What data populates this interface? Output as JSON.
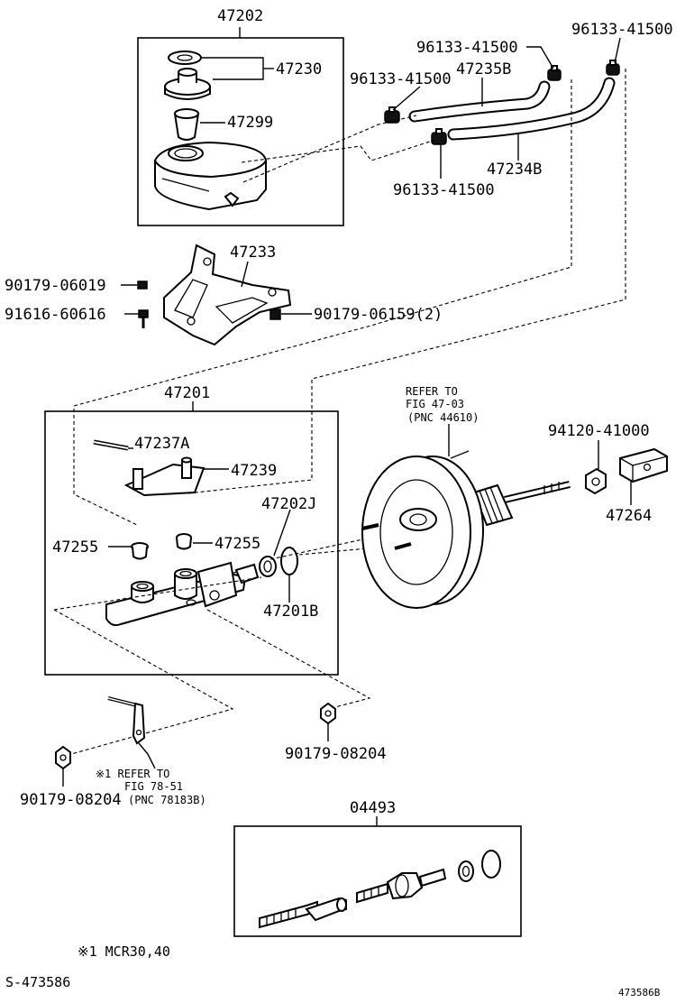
{
  "labels": {
    "p47202": "47202",
    "p47230": "47230",
    "p47299": "47299",
    "p96133_a": "96133-41500",
    "p96133_b": "96133-41500",
    "p96133_c": "96133-41500",
    "p96133_d": "96133-41500",
    "p47235B": "47235B",
    "p47234B": "47234B",
    "p47233": "47233",
    "p90179_06019": "90179-06019",
    "p91616_60616": "91616-60616",
    "p90179_06159": "90179-06159(2)",
    "p47201": "47201",
    "p47237A": "47237A",
    "p47239": "47239",
    "p47202J": "47202J",
    "p47255_a": "47255",
    "p47255_b": "47255",
    "p47201B": "47201B",
    "p94120": "94120-41000",
    "p47264": "47264",
    "p90179_08204_a": "90179-08204",
    "p90179_08204_b": "90179-08204",
    "p04493": "04493"
  },
  "notes": {
    "refer_fig_4703_l1": "REFER TO",
    "refer_fig_4703_l2": "FIG 47-03",
    "refer_fig_4703_l3": "(PNC 44610)",
    "refer_fig_7851_l1": "※1 REFER TO",
    "refer_fig_7851_l2": "FIG 78-51",
    "refer_fig_7851_l3": "(PNC 78183B)",
    "footnote": "※1 MCR30,40",
    "sheet_id": "S-473586",
    "drawing_code": "473586B"
  }
}
